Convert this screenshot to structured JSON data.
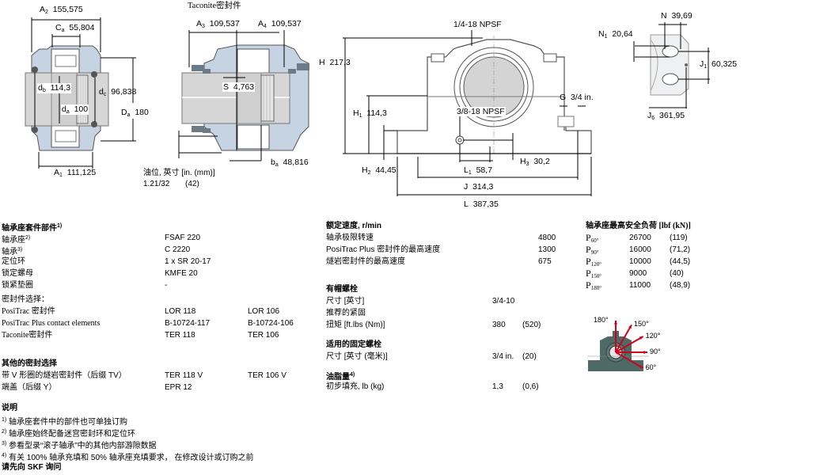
{
  "drawings": {
    "section": {
      "A2": {
        "sym": "A",
        "sub": "2",
        "val": "155,575"
      },
      "Ca": {
        "sym": "C",
        "sub": "a",
        "val": "55,804"
      },
      "db": {
        "sym": "d",
        "sub": "b",
        "val": "114,3"
      },
      "da": {
        "sym": "d",
        "sub": "a",
        "val": "100"
      },
      "dc": {
        "sym": "d",
        "sub": "c",
        "val": "96,838"
      },
      "Da": {
        "sym": "D",
        "sub": "a",
        "val": "180"
      },
      "A1": {
        "sym": "A",
        "sub": "1",
        "val": "111,125"
      }
    },
    "taconite": {
      "title": "Taconite密封件",
      "A3": {
        "sym": "A",
        "sub": "3",
        "val": "109,537"
      },
      "A4": {
        "sym": "A",
        "sub": "4",
        "val": "109,537"
      },
      "S": {
        "sym": "S",
        "val": "4,763"
      },
      "ba": {
        "sym": "b",
        "sub": "a",
        "val": "48,816"
      },
      "oil_level_label": "油位, 英寸 [in. (mm)]",
      "oil_level_in": "1.21/32",
      "oil_level_mm": "(42)"
    },
    "front": {
      "top_port": "1/4-18 NPSF",
      "side_port": "3/8-18 NPSF",
      "H": {
        "sym": "H",
        "val": "217,3"
      },
      "H1": {
        "sym": "H",
        "sub": "1",
        "val": "114,3"
      },
      "H2": {
        "sym": "H",
        "sub": "2",
        "val": "44,45"
      },
      "H3": {
        "sym": "H",
        "sub": "3",
        "val": "30,2"
      },
      "G": {
        "sym": "G",
        "val": "3/4 in."
      },
      "L1": {
        "sym": "L",
        "sub": "1",
        "val": "58,7"
      },
      "J": {
        "sym": "J",
        "val": "314,3"
      },
      "L": {
        "sym": "L",
        "val": "387,35"
      }
    },
    "foot": {
      "N": {
        "sym": "N",
        "val": "39,69"
      },
      "N1": {
        "sym": "N",
        "sub": "1",
        "val": "20,64"
      },
      "J1": {
        "sym": "J",
        "sub": "1",
        "val": "60,325"
      },
      "J6": {
        "sym": "J",
        "sub": "6",
        "val": "361,95"
      }
    }
  },
  "kit": {
    "heading": "轴承座套件部件",
    "heading_note": "1)",
    "rows": [
      {
        "label": "轴承座",
        "note": "2)",
        "v1": "FSAF 220"
      },
      {
        "label": "轴承",
        "note": "3)",
        "v1": "C 2220"
      },
      {
        "label": "定位环",
        "v1": "1 x SR 20-17"
      },
      {
        "label": "锁定螺母",
        "v1": "KMFE 20"
      },
      {
        "label": "锁紧垫圈",
        "v1": "-"
      }
    ],
    "seal_heading": "密封件选择：",
    "seal_rows": [
      {
        "label": "PosiTrac 密封件",
        "v1": "LOR 118",
        "v2": "LOR 106"
      },
      {
        "label": "PosiTrac Plus contact elements",
        "v1": "B-10724-117",
        "v2": "B-10724-106"
      },
      {
        "label": "Taconite密封件",
        "v1": "TER 118",
        "v2": "TER 106"
      }
    ]
  },
  "other_seals": {
    "heading": "其他的密封选择",
    "rows": [
      {
        "label": "带 V 形圈的燧岩密封件（后缀 TV）",
        "v1": "TER 118 V",
        "v2": "TER 106 V"
      },
      {
        "label": "端盖（后缀 Y）",
        "v1": "EPR 12"
      }
    ]
  },
  "notes": {
    "heading": "说明",
    "items": [
      {
        "n": "1)",
        "text": "轴承座套件中的部件也可单独订购"
      },
      {
        "n": "2)",
        "text": "轴承座始终配备迷宫密封环和定位环"
      },
      {
        "n": "3)",
        "text": "参看型录“滚子轴承”中的其他内部游隙数据"
      },
      {
        "n": "4)",
        "text": "有关 100% 轴承充填和 50% 轴承座充填要求， 在修改设计或订购之前"
      }
    ],
    "footer": "请先向 SKF 询问"
  },
  "speed": {
    "heading": "额定速度, r/min",
    "rows": [
      {
        "label": "轴承极限转速",
        "v": "4800"
      },
      {
        "label": "PosiTrac Plus 密封件的最高速度",
        "v": "1300"
      },
      {
        "label": "燧岩密封件的最高速度",
        "v": "675"
      }
    ]
  },
  "cap_bolts": {
    "heading": "有帽螺栓",
    "rows": [
      {
        "label": "尺寸 [英寸]",
        "v1": "3/4-10"
      },
      {
        "label": "推荐的紧固"
      },
      {
        "label": "扭矩 [ft.lbs (Nm)]",
        "v1": "380",
        "v2": "(520)"
      }
    ]
  },
  "attach_bolts": {
    "heading": "适用的固定螺栓",
    "rows": [
      {
        "label": "尺寸 [英寸 (毫米)]",
        "v1": "3/4 in.",
        "v2": "(20)"
      }
    ]
  },
  "grease": {
    "heading": "油脂量",
    "heading_note": "4)",
    "rows": [
      {
        "label": "初步填充, lb (kg)",
        "v1": "1,3",
        "v2": "(0,6)"
      }
    ]
  },
  "loads": {
    "heading": "轴承座最高安全负荷 [lbf (kN)]",
    "rows": [
      {
        "sym": "P",
        "sub": "60°",
        "v1": "26700",
        "v2": "(119)"
      },
      {
        "sym": "P",
        "sub": "90°",
        "v1": "16000",
        "v2": "(71,2)"
      },
      {
        "sym": "P",
        "sub": "120°",
        "v1": "10000",
        "v2": "(44,5)"
      },
      {
        "sym": "P",
        "sub": "150°",
        "v1": "9000",
        "v2": "(40)"
      },
      {
        "sym": "P",
        "sub": "180°",
        "v1": "11000",
        "v2": "(48,9)"
      }
    ],
    "diagram_angles": [
      "180°",
      "150°",
      "120°",
      "90°",
      "60°"
    ],
    "arrow_color": "#d0021b",
    "housing_color": "#4f6a66"
  },
  "colors": {
    "housing_fill": "#c5d3e2",
    "shaft_fill": "#d6d6d6",
    "line": "#000000"
  }
}
